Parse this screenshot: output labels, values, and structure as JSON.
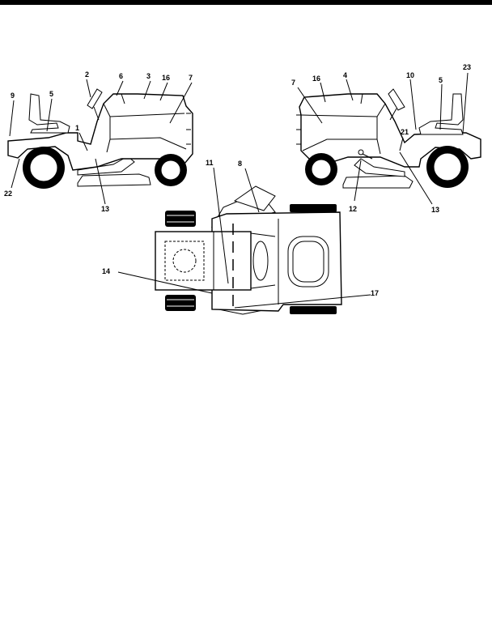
{
  "diagram": {
    "callouts": {
      "c1": "1",
      "c2": "2",
      "c3": "3",
      "c4": "4",
      "c5a": "5",
      "c5b": "5",
      "c6": "6",
      "c7a": "7",
      "c7b": "7",
      "c8": "8",
      "c9": "9",
      "c10": "10",
      "c11": "11",
      "c12": "12",
      "c13a": "13",
      "c13b": "13",
      "c14": "14",
      "c16a": "16",
      "c16b": "16",
      "c17": "17",
      "c21": "21",
      "c22": "22",
      "c23": "23"
    }
  }
}
